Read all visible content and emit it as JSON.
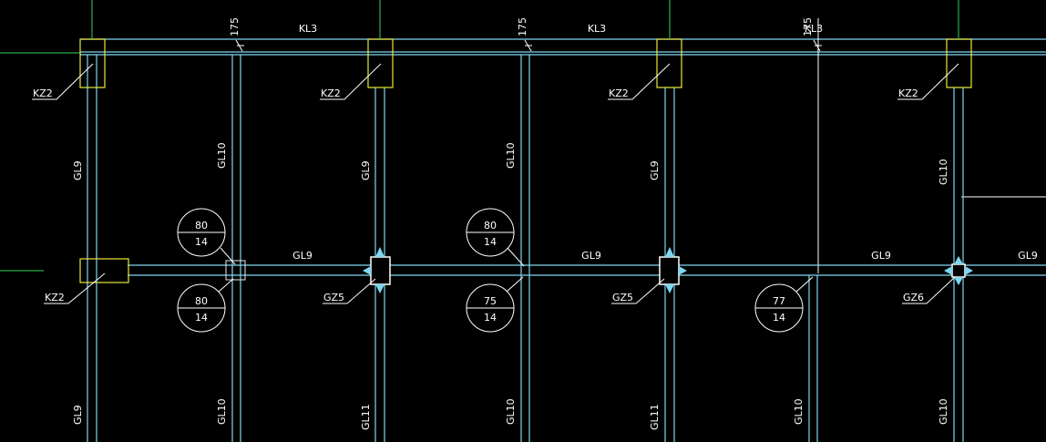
{
  "drawing": {
    "beam_top": [
      "KL3",
      "KL3",
      "KL3"
    ],
    "dim_175": [
      "175",
      "175",
      "175"
    ],
    "columns_kz2": [
      "KZ2",
      "KZ2",
      "KZ2",
      "KZ2",
      "KZ2"
    ],
    "upper_vertical_beams": [
      "GL9",
      "GL10",
      "GL9",
      "GL10",
      "GL9",
      "GL10"
    ],
    "lower_vertical_beams": [
      "GL9",
      "GL10",
      "GL11",
      "GL10",
      "GL11",
      "GL10",
      "GL10"
    ],
    "mid_beams": [
      "GL9",
      "GL9",
      "GL9",
      "GL9"
    ],
    "constructional_columns": [
      "GZ5",
      "GZ5",
      "GZ6"
    ],
    "slab_marks": [
      {
        "top": "80",
        "bottom": "14"
      },
      {
        "top": "80",
        "bottom": "14"
      },
      {
        "top": "80",
        "bottom": "14"
      },
      {
        "top": "75",
        "bottom": "14"
      },
      {
        "top": "77",
        "bottom": "14"
      }
    ]
  }
}
